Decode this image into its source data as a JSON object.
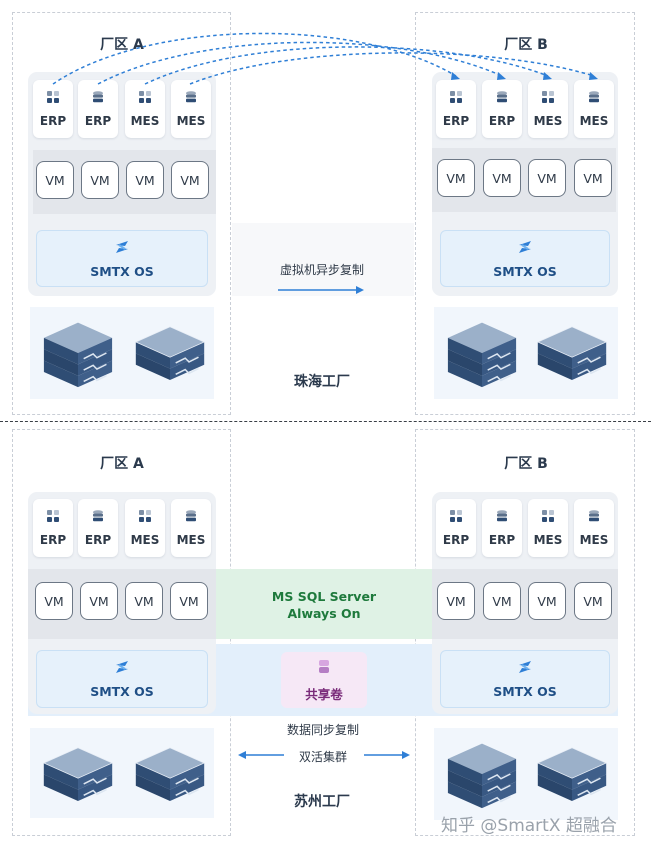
{
  "top": {
    "site_a_title": "厂区 A",
    "site_b_title": "厂区 B",
    "apps": [
      "ERP",
      "ERP",
      "MES",
      "MES"
    ],
    "vm_label": "VM",
    "os_label": "SMTX OS",
    "replication_label": "虚拟机异步复制",
    "plant_name": "珠海工厂"
  },
  "bottom": {
    "site_a_title": "厂区 A",
    "site_b_title": "厂区 B",
    "apps": [
      "ERP",
      "ERP",
      "MES",
      "MES"
    ],
    "vm_label": "VM",
    "os_label": "SMTX OS",
    "sql_line1": "MS SQL Server",
    "sql_line2": "Always On",
    "shared_volume": "共享卷",
    "data_sync": "数据同步复制",
    "active_cluster": "双活集群",
    "plant_name": "苏州工厂"
  },
  "watermark": "知乎 @SmartX 超融合",
  "colors": {
    "accent_blue": "#2f7fd6",
    "os_text": "#1f4f86",
    "sql_text": "#1e7a3c",
    "sql_band": "#dff2e5",
    "storage_band": "#e3effb",
    "shared_box": "#f6e8f6"
  },
  "icons": {
    "erp": "grid-icon",
    "mes": "grid-icon",
    "db": "database-icon",
    "os": "smtx-logo-icon",
    "server": "server-rack-icon",
    "shared": "disk-icon"
  }
}
